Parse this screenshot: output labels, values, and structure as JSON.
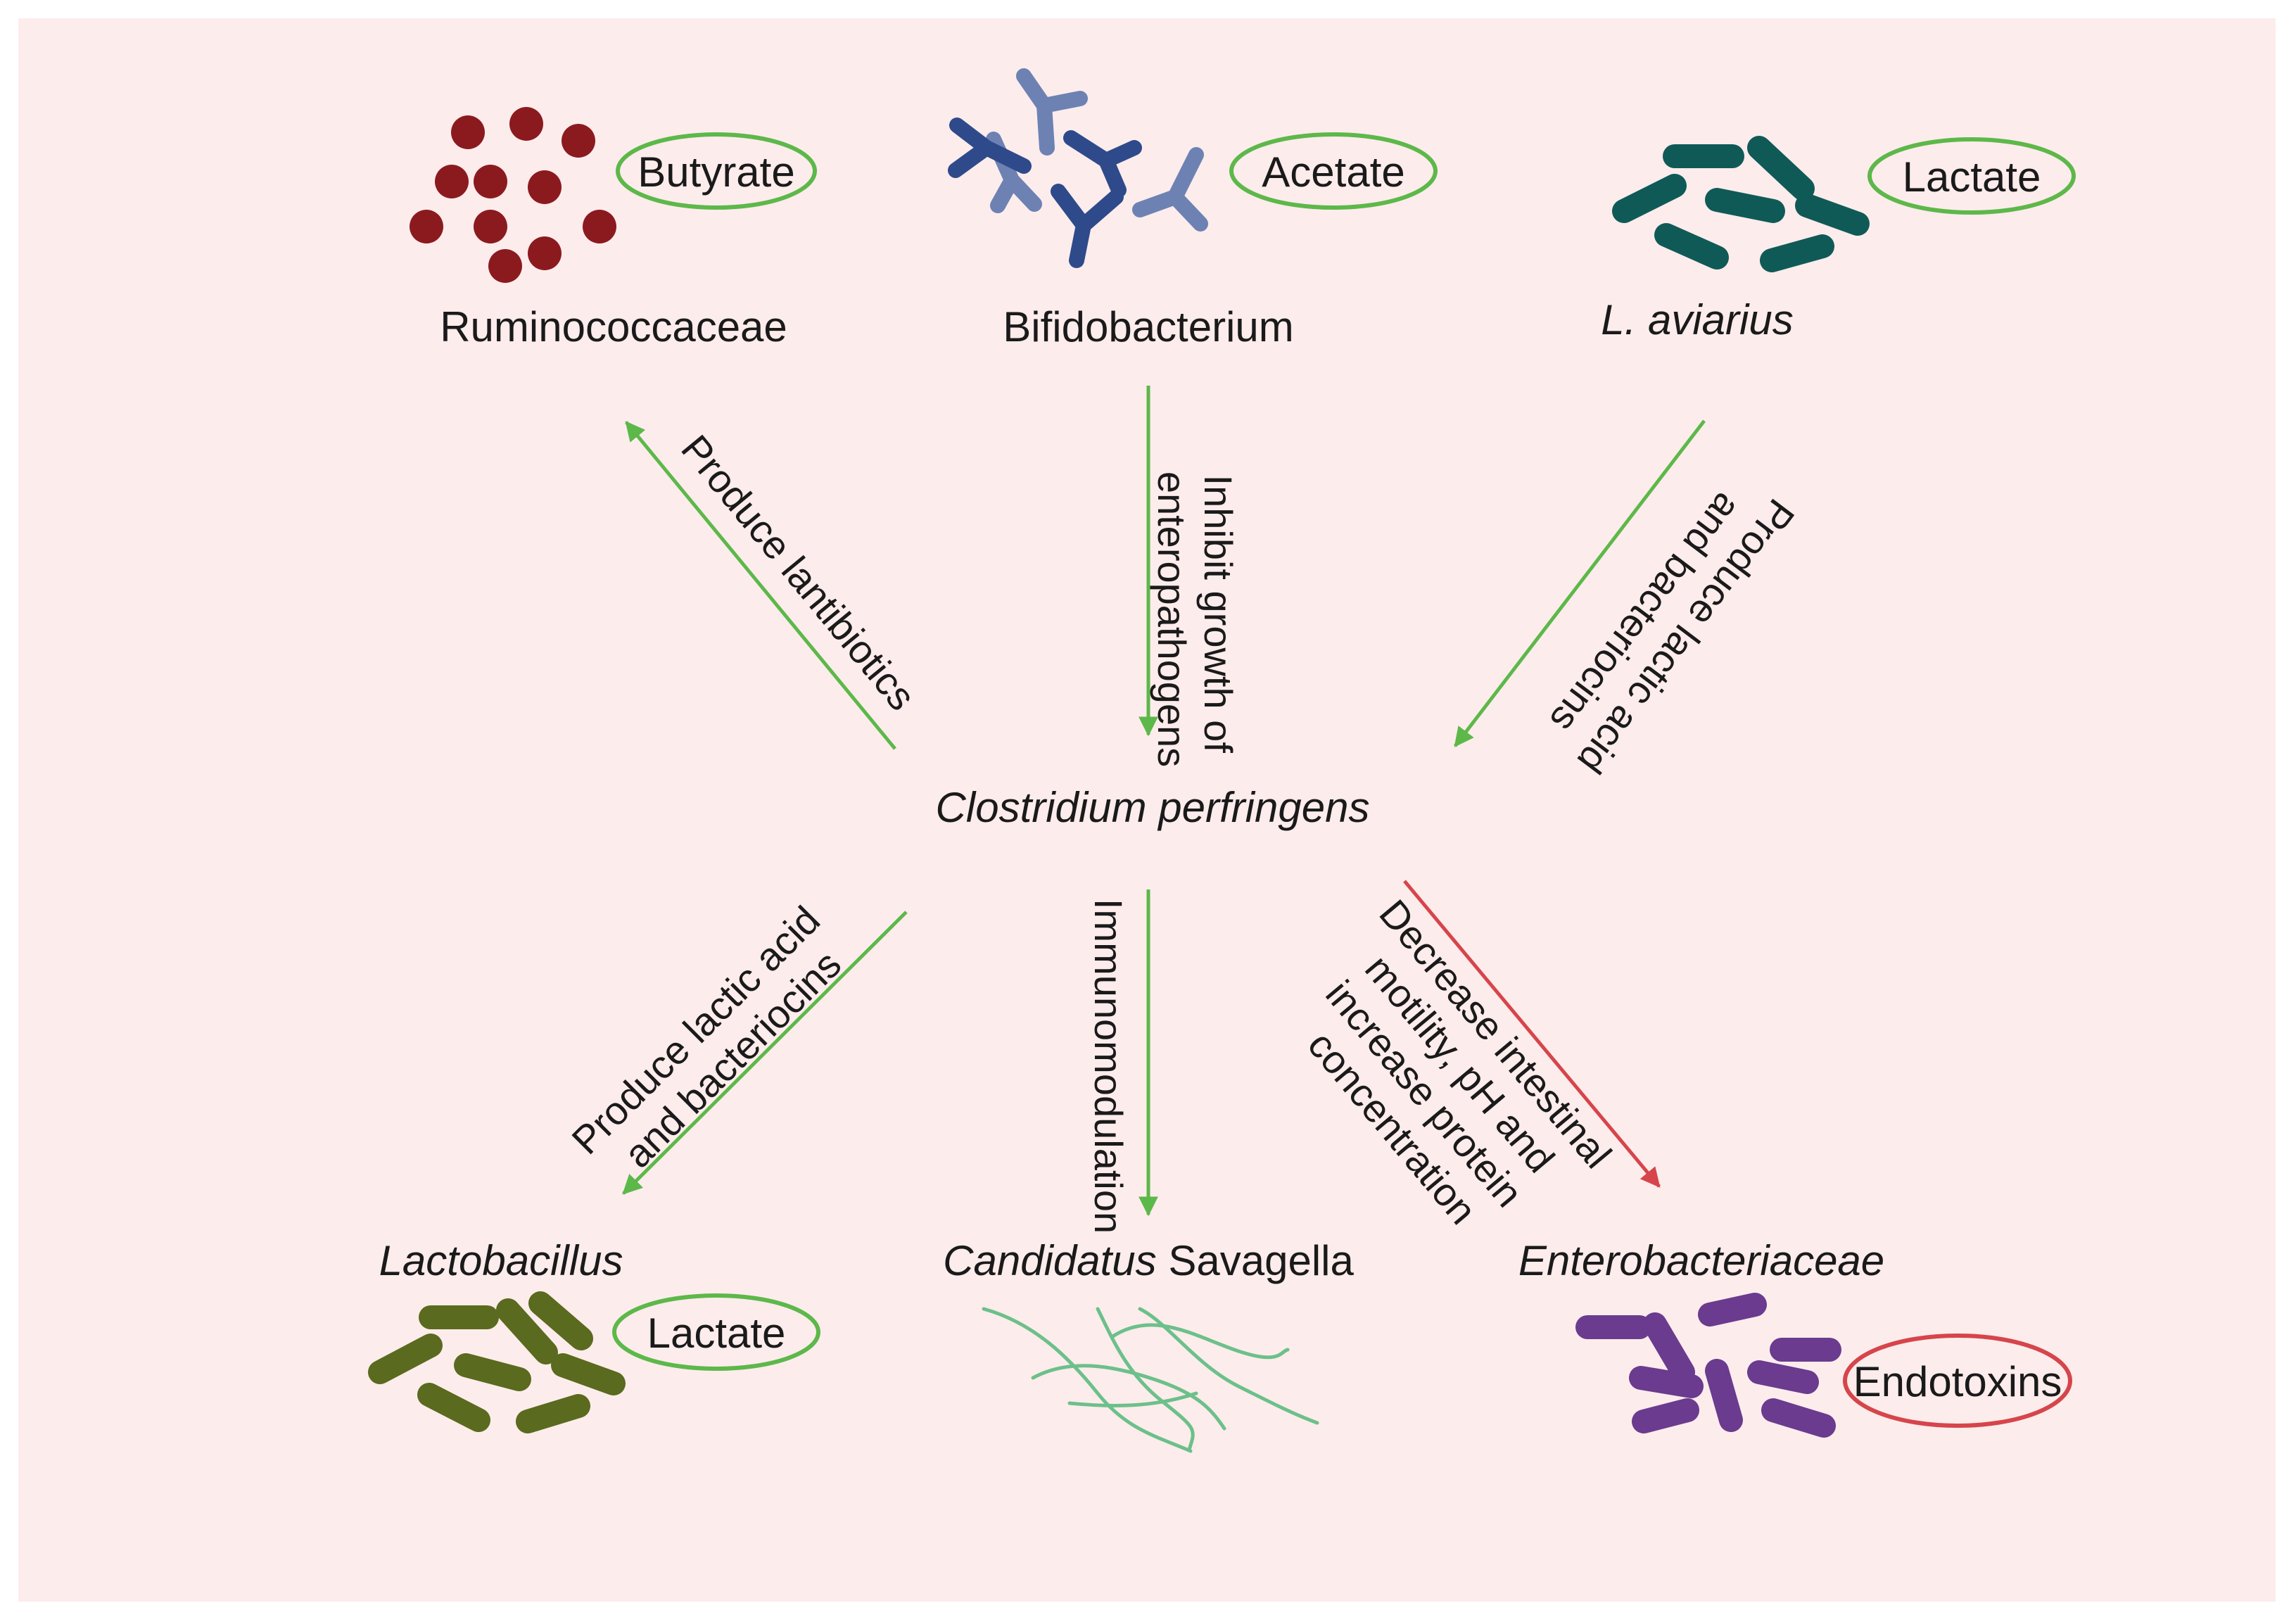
{
  "colors": {
    "background": "#fdecec",
    "green": "#5db84a",
    "red": "#d6454b",
    "ruminococcaceae": "#8b1a1f",
    "bifidobacterium_dark": "#2e4a8a",
    "bifidobacterium_light": "#6d82b3",
    "l_aviarius": "#0f5a57",
    "lactobacillus": "#5a6a1e",
    "savagella": "#6cc08a",
    "enterobacteriaceae": "#6a3b8e"
  },
  "center": {
    "label": "Clostridium perfringens"
  },
  "organisms": {
    "ruminococcaceae": {
      "name": "Ruminococcaceae",
      "product": "Butyrate"
    },
    "bifidobacterium": {
      "name": "Bifidobacterium",
      "product": "Acetate"
    },
    "l_aviarius": {
      "name": "L. aviarius",
      "product": "Lactate"
    },
    "lactobacillus": {
      "name": "Lactobacillus",
      "product": "Lactate"
    },
    "savagella": {
      "name_italic": "Candidatus",
      "name_plain": " Savagella"
    },
    "enterobacteriaceae": {
      "name": "Enterobacteriaceae",
      "product": "Endotoxins"
    }
  },
  "edges": {
    "to_ruminococcaceae": {
      "lines": [
        "Produce lantibiotics"
      ]
    },
    "from_bifidobacterium": {
      "lines": [
        "Inhibit growth of",
        "enteropathogens"
      ]
    },
    "from_l_aviarius": {
      "lines": [
        "Produce lactic acid",
        "and bacteriocins"
      ]
    },
    "to_lactobacillus": {
      "lines": [
        "Produce lactic acid",
        "and bacteriocins"
      ]
    },
    "to_savagella": {
      "lines": [
        "Immunomodulation"
      ]
    },
    "to_enterobacteriaceae": {
      "lines": [
        "Decrease intestinal",
        "motility, pH and",
        "increase protein",
        "concentration"
      ]
    }
  }
}
